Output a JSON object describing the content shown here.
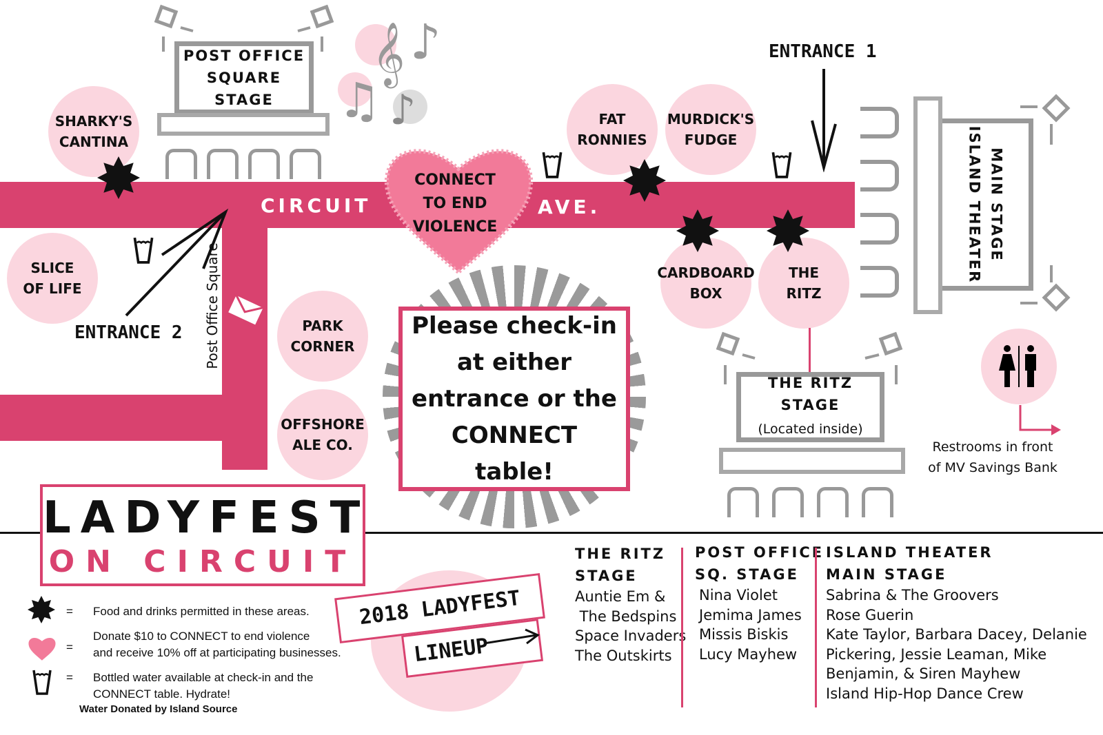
{
  "colors": {
    "road": "#d9426f",
    "circle": "#fbd6df",
    "heart": "#f27a99"
  },
  "street": {
    "left": "CIRCUIT",
    "right": "AVE.",
    "side": "Post Office Square"
  },
  "heart_label": "CONNECT\nTO END\nVIOLENCE",
  "entrances": {
    "one": "ENTRANCE 1",
    "two": "ENTRANCE 2"
  },
  "venues": [
    "SHARKY'S\nCANTINA",
    "SLICE\nOF LIFE",
    "PARK\nCORNER",
    "OFFSHORE\nALE CO.",
    "FAT\nRONNIES",
    "MURDICK'S\nFUDGE",
    "CARDBOARD\nBOX",
    "THE\nRITZ"
  ],
  "stages": {
    "post_office": [
      "POST OFFICE",
      "SQUARE STAGE"
    ],
    "ritz": [
      "THE RITZ STAGE",
      "(Located inside)"
    ],
    "island": [
      "ISLAND THEATER",
      "MAIN STAGE"
    ]
  },
  "checkin": "Please check-in at either entrance or the CONNECT table!",
  "restrooms": "Restrooms in front\nof MV Savings Bank",
  "title": {
    "line1": "LADYFEST",
    "line2": "ON CIRCUIT"
  },
  "legend": [
    {
      "icon": "star-icon",
      "eq": "=",
      "text": "Food and drinks permitted in these areas."
    },
    {
      "icon": "heart-icon",
      "eq": "=",
      "text": "Donate $10 to CONNECT to end violence\nand receive 10% off at participating businesses."
    },
    {
      "icon": "water-cup-icon",
      "eq": "=",
      "text": "Bottled water available at check-in and the\nCONNECT table. Hydrate!"
    }
  ],
  "water_credit": "Water Donated by Island Source",
  "banner": {
    "line1": "2018 LADYFEST",
    "line2": "LINEUP"
  },
  "lineup": [
    {
      "stage": [
        "THE RITZ",
        "STAGE"
      ],
      "acts": [
        "Auntie Em &",
        " The Bedspins",
        "Space Invaders",
        "The Outskirts"
      ]
    },
    {
      "stage": [
        "POST OFFICE",
        "SQ. STAGE"
      ],
      "acts": [
        "Nina Violet",
        "Jemima James",
        "Missis Biskis",
        "Lucy Mayhew"
      ]
    },
    {
      "stage": [
        "ISLAND THEATER",
        "MAIN STAGE"
      ],
      "acts": [
        "Sabrina & The Groovers",
        "Rose Guerin",
        "Kate Taylor, Barbara Dacey, Delanie",
        "Pickering, Jessie Leaman, Mike",
        "Benjamin, & Siren Mayhew",
        "Island Hip-Hop Dance Crew"
      ]
    }
  ]
}
